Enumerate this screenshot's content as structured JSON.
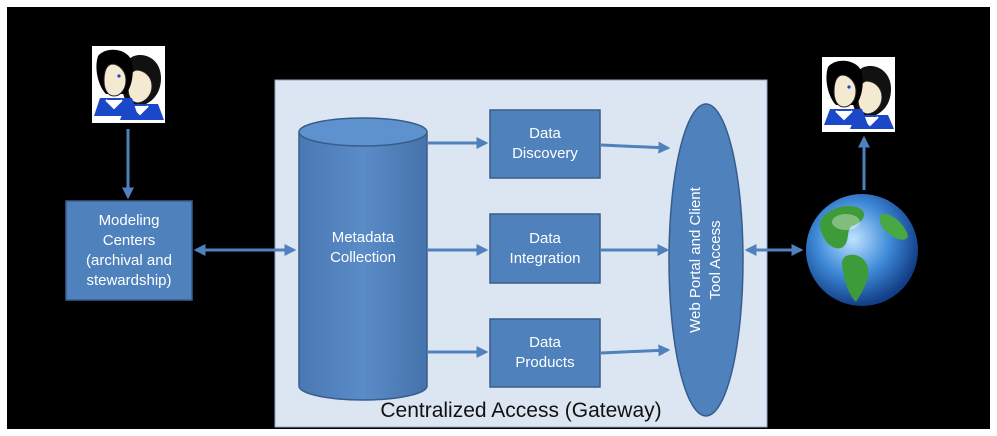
{
  "diagram": {
    "gateway": {
      "caption": "Centralized Access (Gateway)"
    },
    "modeling_centers": {
      "lines": [
        "Modeling",
        "Centers",
        "(archival and",
        "stewardship)"
      ]
    },
    "metadata_collection": {
      "lines": [
        "Metadata",
        "Collection"
      ]
    },
    "data_discovery": {
      "lines": [
        "Data",
        "Discovery"
      ]
    },
    "data_integration": {
      "lines": [
        "Data",
        "Integration"
      ]
    },
    "data_products": {
      "lines": [
        "Data",
        "Products"
      ]
    },
    "web_portal": {
      "lines": [
        "Web Portal and Client",
        "Tool Access"
      ]
    }
  },
  "colors": {
    "background": "#000000",
    "gateway_fill": "#dce6f2",
    "box_fill": "#4f81bd",
    "box_border": "#385d8a",
    "arrow": "#4f81bd"
  },
  "icons": [
    "users-icon",
    "globe-icon"
  ]
}
